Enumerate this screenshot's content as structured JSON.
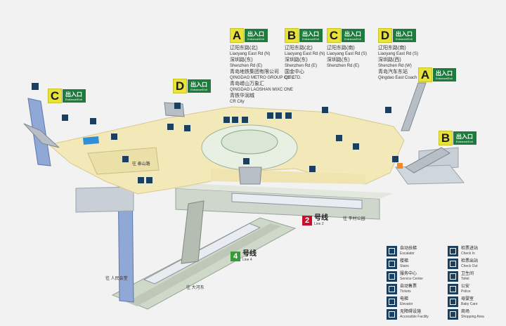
{
  "exits": [
    {
      "letter": "A",
      "cn": "出入口",
      "en": "Entrance/Exit",
      "lines": [
        {
          "cn": true,
          "t": "辽阳东路(北)"
        },
        {
          "cn": false,
          "t": "Liaoyang East Rd (N)"
        },
        {
          "cn": true,
          "t": "深圳路(东)"
        },
        {
          "cn": false,
          "t": "Shenzhen Rd (E)"
        },
        {
          "cn": true,
          "t": "青岛地铁集团有限公司"
        },
        {
          "cn": false,
          "t": "QINGDAO METRO GROUP CO.,LTD."
        },
        {
          "cn": true,
          "t": "青岛崂山万象汇"
        },
        {
          "cn": false,
          "t": "QINGDAO LAOSHAN MIXC ONE"
        },
        {
          "cn": true,
          "t": "青铁华润城"
        },
        {
          "cn": false,
          "t": "CR City"
        }
      ]
    },
    {
      "letter": "B",
      "cn": "出入口",
      "en": "Entrance/Exit",
      "lines": [
        {
          "cn": true,
          "t": "辽阳东路(北)"
        },
        {
          "cn": false,
          "t": "Liaoyang East Rd (N)"
        },
        {
          "cn": true,
          "t": "深圳路(东)"
        },
        {
          "cn": false,
          "t": "Shenzhen Rd (E)"
        },
        {
          "cn": true,
          "t": "国金中心"
        },
        {
          "cn": false,
          "t": "QIFC"
        }
      ]
    },
    {
      "letter": "C",
      "cn": "出入口",
      "en": "Entrance/Exit",
      "lines": [
        {
          "cn": true,
          "t": "辽阳东路(南)"
        },
        {
          "cn": false,
          "t": "Liaoyang East Rd (S)"
        },
        {
          "cn": true,
          "t": "深圳路(东)"
        },
        {
          "cn": false,
          "t": "Shenzhen Rd (E)"
        }
      ]
    },
    {
      "letter": "D",
      "cn": "出入口",
      "en": "Entrance/Exit",
      "lines": [
        {
          "cn": true,
          "t": "辽阳东路(南)"
        },
        {
          "cn": false,
          "t": "Liaoyang East Rd (S)"
        },
        {
          "cn": true,
          "t": "深圳路(西)"
        },
        {
          "cn": false,
          "t": "Shenzhen Rd (W)"
        },
        {
          "cn": true,
          "t": "青岛汽车东站"
        },
        {
          "cn": false,
          "t": "Qingdao East Coach Station"
        }
      ]
    }
  ],
  "map_exits": [
    {
      "letter": "C",
      "cn": "出入口",
      "en": "Entrance/Exit"
    },
    {
      "letter": "D",
      "cn": "出入口",
      "en": "Entrance/Exit"
    },
    {
      "letter": "A",
      "cn": "出入口",
      "en": "Entrance/Exit"
    },
    {
      "letter": "B",
      "cn": "出入口",
      "en": "Entrance/Exit"
    }
  ],
  "lines": [
    {
      "num": "2",
      "cn": "号线",
      "en": "Line 2",
      "color": "#c8102e"
    },
    {
      "num": "4",
      "cn": "号线",
      "en": "Line 4",
      "color": "#3a9a3a"
    }
  ],
  "directions": {
    "taishan": "往 泰山路",
    "lichun": "往 李村公园",
    "line4_a": "往 人民会堂",
    "line4_b": "往 大河东"
  },
  "legend": [
    {
      "cn": "自动扶梯",
      "en": "Escalator",
      "icon": "escalator-icon"
    },
    {
      "cn": "楼梯",
      "en": "Stairs",
      "icon": "stairs-icon"
    },
    {
      "cn": "服务中心",
      "en": "Service Center",
      "icon": "service-center-icon"
    },
    {
      "cn": "自动售票",
      "en": "Tickets",
      "icon": "ticket-machine-icon"
    },
    {
      "cn": "电梯",
      "en": "Elevator",
      "icon": "elevator-icon"
    },
    {
      "cn": "无障碍设施",
      "en": "Accessible Facility",
      "icon": "accessible-icon"
    },
    {
      "cn": "检票进站",
      "en": "Check In",
      "icon": "check-in-icon"
    },
    {
      "cn": "检票出站",
      "en": "Check Out",
      "icon": "check-out-icon"
    },
    {
      "cn": "卫生间",
      "en": "Toilet",
      "icon": "toilet-icon"
    },
    {
      "cn": "公安",
      "en": "Police",
      "icon": "police-icon"
    },
    {
      "cn": "母婴室",
      "en": "Baby Care",
      "icon": "baby-care-icon"
    },
    {
      "cn": "商场",
      "en": "Shopping Area",
      "icon": "shopping-icon"
    }
  ],
  "colors": {
    "exit_yellow": "#e7e33a",
    "exit_green": "#1e7a3d",
    "concourse": "#f3e8b8",
    "platform": "#dfe5d6",
    "glass": "#8fa8d6",
    "icon_navy": "#1d3f5e"
  }
}
